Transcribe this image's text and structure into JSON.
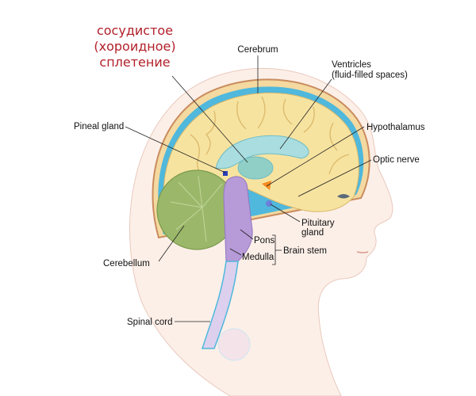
{
  "annotation_ru": {
    "line1": "сосудистое",
    "line2": "(хороидное)",
    "line3": "сплетение",
    "color": "#b2202a"
  },
  "labels": {
    "cerebrum": "Cerebrum",
    "ventricles": "Ventricles",
    "ventricles_note": "(fluid-filled spaces)",
    "pineal_gland": "Pineal gland",
    "hypothalamus": "Hypothalamus",
    "optic_nerve": "Optic nerve",
    "pituitary_line1": "Pituitary",
    "pituitary_line2": "gland",
    "pons": "Pons",
    "medulla": "Medulla",
    "brain_stem": "Brain stem",
    "cerebellum": "Cerebellum",
    "spinal_cord": "Spinal cord"
  },
  "colors": {
    "cerebrum": "#f7e3a0",
    "ventricle": "#a9dde0",
    "cerebellum": "#9bb86a",
    "brainstem": "#b79ad8",
    "csf": "#4fb8dc",
    "skin": "#fcefe8"
  }
}
